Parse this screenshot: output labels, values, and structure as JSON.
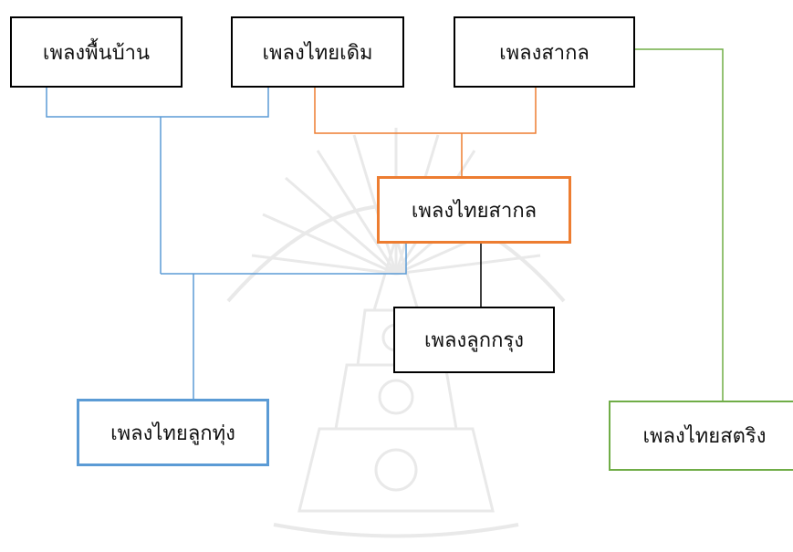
{
  "diagram": {
    "nodes": {
      "folk": "เพลงพื้นบ้าน",
      "thai_classical": "เพลงไทยเดิม",
      "international": "เพลงสากล",
      "thai_pop": "เพลงไทยสากล",
      "luk_krung": "เพลงลูกกรุง",
      "luk_thung": "เพลงไทยลูกทุ่ง",
      "thai_string": "เพลงไทยสตริง"
    },
    "colors": {
      "blue": "#5b9bd5",
      "orange": "#ed7d31",
      "green": "#70ad47",
      "black": "#000000",
      "watermark": "#e9e9e9"
    },
    "watermark_icon": "university-seal-icon",
    "edges": [
      {
        "from": [
          "folk",
          "thai_classical"
        ],
        "to": "luk_thung",
        "color": "blue"
      },
      {
        "from": [
          "thai_pop"
        ],
        "to": "luk_thung",
        "color": "blue"
      },
      {
        "from": [
          "thai_classical",
          "international"
        ],
        "to": "thai_pop",
        "color": "orange"
      },
      {
        "from": [
          "thai_pop"
        ],
        "to": "luk_krung",
        "color": "black"
      },
      {
        "from": [
          "international"
        ],
        "to": "thai_string",
        "color": "green"
      }
    ]
  }
}
